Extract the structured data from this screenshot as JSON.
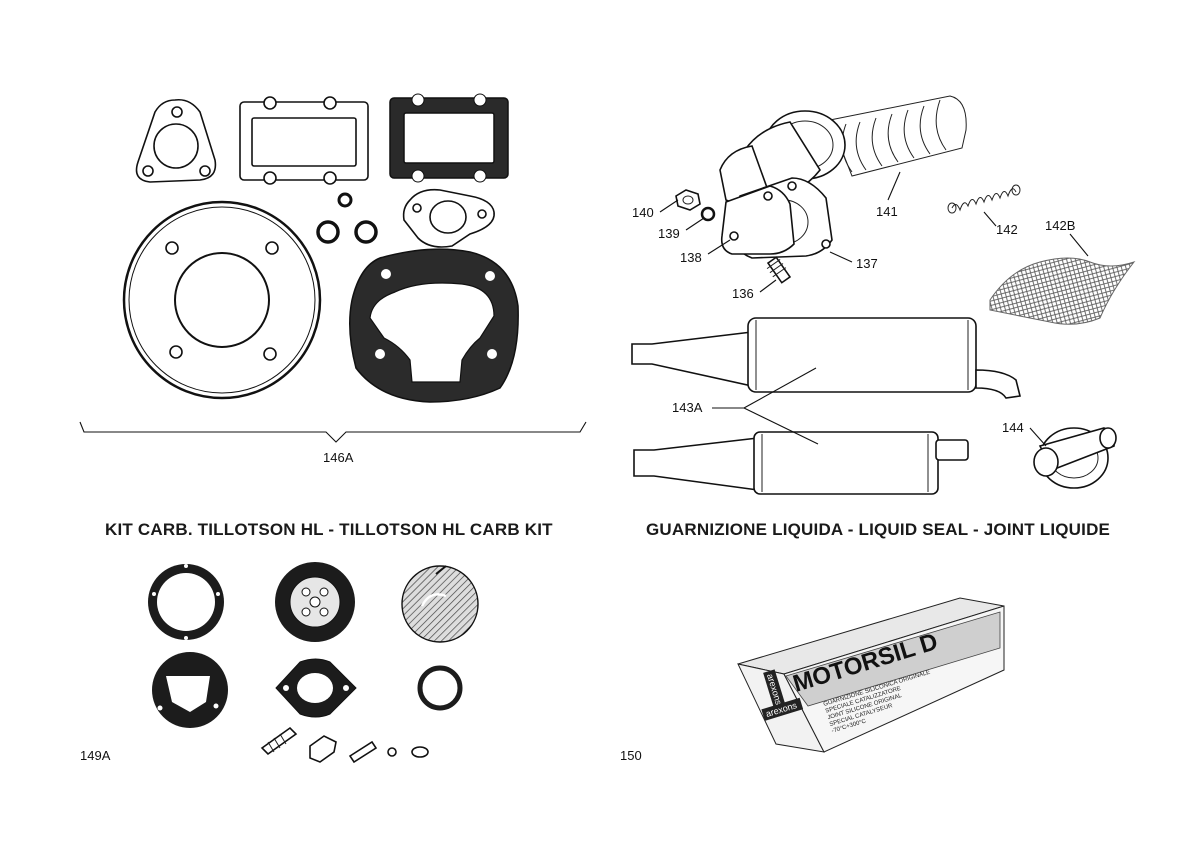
{
  "gasket_set": {
    "label": "146A"
  },
  "exhaust": {
    "labels": {
      "p136": "136",
      "p137": "137",
      "p138": "138",
      "p139": "139",
      "p140": "140",
      "p141": "141",
      "p142": "142",
      "p142b": "142B",
      "p143a": "143A",
      "p144": "144"
    }
  },
  "carb_kit": {
    "title": "KIT CARB. TILLOTSON HL - TILLOTSON HL  CARB KIT",
    "label": "149A"
  },
  "liquid_seal": {
    "title": "GUARNIZIONE LIQUIDA - LIQUID SEAL - JOINT LIQUIDE",
    "label": "150",
    "product_name": "MOTORSIL D",
    "brand": "arexons",
    "text_lines": [
      "GUARNIZIONE SILICONICA ORIGINALE",
      "SPECIALE CATALIZZATORE",
      "JOINT SILICONE ORIGINAL",
      "SPECIAL CATALYSEUR",
      "-70°C+300°C"
    ]
  }
}
